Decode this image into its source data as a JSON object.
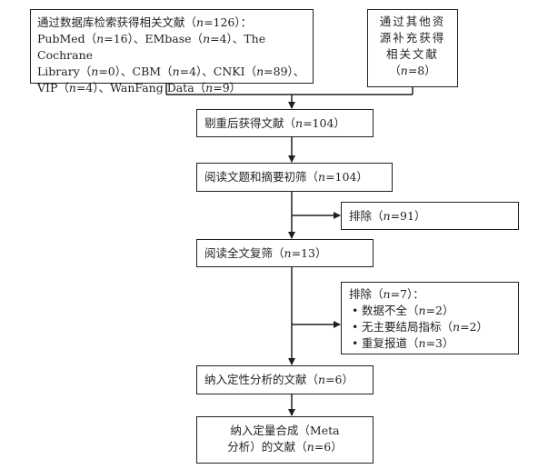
{
  "boxes": {
    "db_search": {
      "lines": [
        "通过数据库检索获得相关文献（n=126）：",
        "PubMed（n=16）、EMbase（n=4）、The Cochrane",
        "Library（n=0）、CBM（n=4）、CNKI（n=89）、",
        "VIP（n=4）、WanFang Data（n=9）"
      ]
    },
    "other_sources": {
      "lines": [
        "通过其他资",
        "源补充获得",
        "相关文献",
        "（n=8）"
      ]
    },
    "dedup": {
      "text": "剔重后获得文献（n=104）"
    },
    "title_abstract": {
      "text": "阅读文题和摘要初筛（n=104）"
    },
    "excluded_1": {
      "text": "排除（n=91）"
    },
    "fulltext": {
      "text": "阅读全文复筛（n=13）"
    },
    "excluded_2": {
      "title": "排除（n=7）：",
      "items": [
        "数据不全（n=2）",
        "无主要结局指标（n=2）",
        "重复报道（n=3）"
      ]
    },
    "qualitative": {
      "text": "纳入定性分析的文献（n=6）"
    },
    "meta": {
      "lines": [
        "纳入定量合成（Meta",
        "分析）的文献（n=6）"
      ]
    }
  }
}
